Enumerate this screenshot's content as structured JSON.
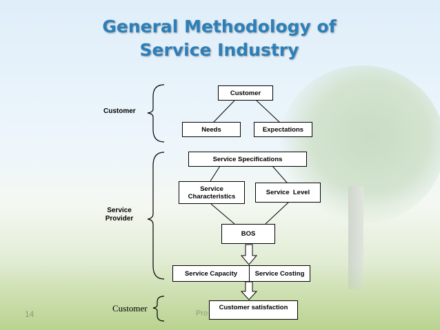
{
  "title": {
    "line1": "General Methodology of",
    "line2": "Service Industry"
  },
  "side_labels": {
    "customer": "Customer",
    "service_provider_line1": "Service",
    "service_provider_line2": "Provider",
    "bottom_customer": "Customer"
  },
  "boxes": {
    "customer": "Customer",
    "needs": "Needs",
    "expectations": "Expectations",
    "service_specifications": "Service Specifications",
    "service_characteristics_line1": "Service",
    "service_characteristics_line2": "Characteristics",
    "service_level": "Service  Level",
    "bos": "BOS",
    "service_capacity": "Service Capacity",
    "service_costing": "Service Costing",
    "customer_satisfaction": "Customer satisfaction"
  },
  "footer": {
    "slide_number": "14",
    "text": "Pro"
  }
}
